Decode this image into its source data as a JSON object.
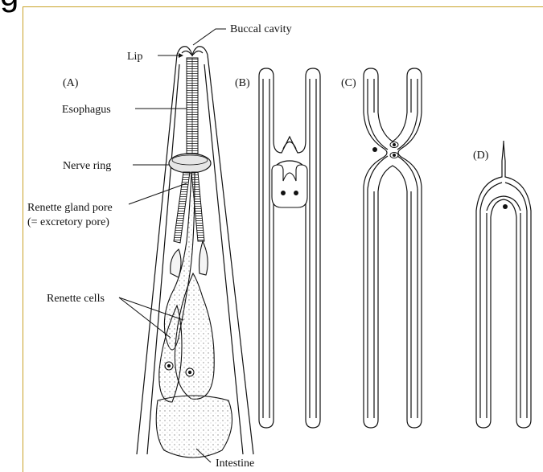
{
  "heading_fragment": "g",
  "labels": {
    "buccal_cavity": "Buccal cavity",
    "lip": "Lip",
    "esophagus": "Esophagus",
    "nerve_ring": "Nerve ring",
    "renette_pore_line1": "Renette gland pore",
    "renette_pore_line2": "(= excretory pore)",
    "renette_cells": "Renette cells",
    "intestine": "Intestine"
  },
  "panels": {
    "a": "(A)",
    "b": "(B)",
    "c": "(C)",
    "d": "(D)"
  },
  "colors": {
    "frame": "#c9a227",
    "ink": "#111111",
    "stipple": "#dcdcdc"
  }
}
